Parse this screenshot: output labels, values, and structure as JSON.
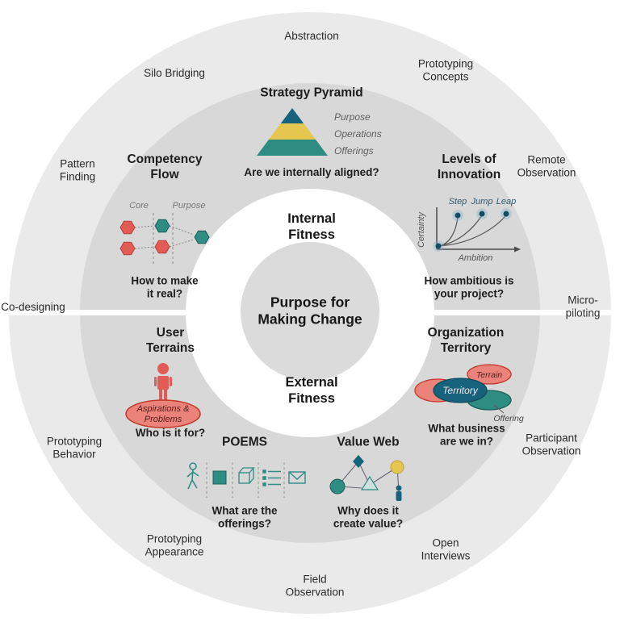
{
  "center": {
    "title": "Purpose for\nMaking Change",
    "internal_fitness": "Internal\nFitness",
    "external_fitness": "External\nFitness"
  },
  "outer_methods": [
    {
      "text": "Abstraction"
    },
    {
      "text": "Prototyping\nConcepts"
    },
    {
      "text": "Silo Bridging"
    },
    {
      "text": "Pattern\nFinding"
    },
    {
      "text": "Remote\nObservation"
    },
    {
      "text": "Co-designing"
    },
    {
      "text": "Micro-piloting"
    },
    {
      "text": "Prototyping\nBehavior"
    },
    {
      "text": "Participant\nObservation"
    },
    {
      "text": "Prototyping\nAppearance"
    },
    {
      "text": "Open\nInterviews"
    },
    {
      "text": "Field\nObservation"
    }
  ],
  "tools": {
    "strategy_pyramid": {
      "title": "Strategy Pyramid",
      "question": "Are we internally aligned?",
      "levels": [
        "Purpose",
        "Operations",
        "Offerings"
      ]
    },
    "competency_flow": {
      "title": "Competency\nFlow",
      "question": "How to make\nit real?",
      "axis_labels": [
        "Core",
        "Purpose"
      ]
    },
    "levels_of_innovation": {
      "title": "Levels of\nInnovation",
      "question": "How ambitious is\nyour project?",
      "steps": [
        "Step",
        "Jump",
        "Leap"
      ],
      "y_axis": "Certainty",
      "x_axis": "Ambition"
    },
    "user_terrains": {
      "title": "User\nTerrains",
      "question": "Who is it for?",
      "ellipse_line1": "Aspirations &",
      "ellipse_line2": "Problems"
    },
    "poems": {
      "title": "POEMS",
      "question": "What are the\nofferings?"
    },
    "value_web": {
      "title": "Value Web",
      "question": "Why does it\ncreate value?"
    },
    "organization_territory": {
      "title": "Organization\nTerritory",
      "question": "What business\nare we in?",
      "labels": {
        "territory": "Territory",
        "terrain": "Terrain",
        "offering": "Offering"
      }
    }
  },
  "colors": {
    "teal": "#2e8c82",
    "dark_teal": "#17637d",
    "red": "#e25c55",
    "salmon": "#ec837b",
    "yellow": "#e5c64e",
    "outer_ring": "#ebeaea",
    "middle_ring": "#d9d8d8"
  }
}
